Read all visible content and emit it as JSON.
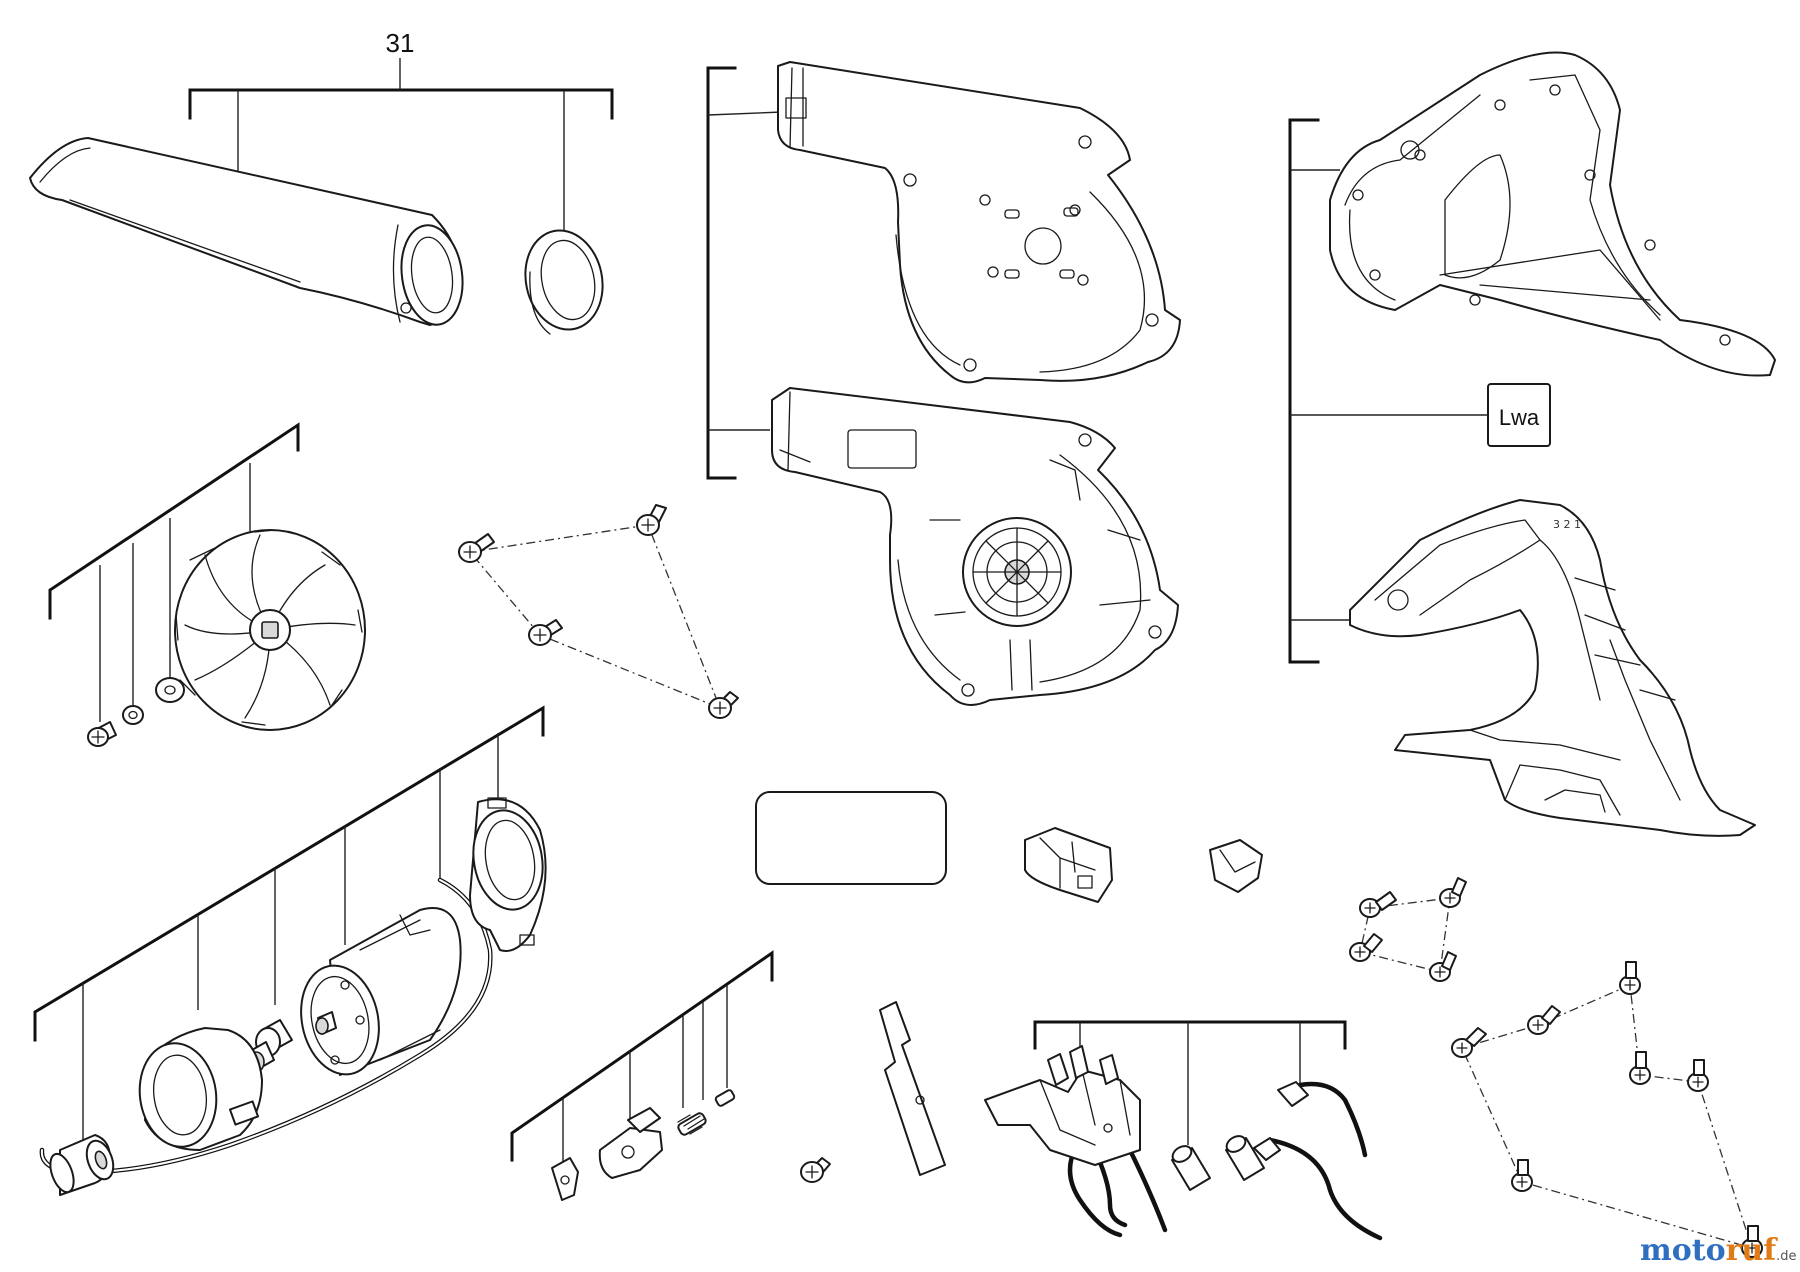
{
  "callout_31": "31",
  "lwa_label": "Lwa",
  "watermark": {
    "part1": "moto",
    "part2": "ruf",
    "suffix": ".de"
  }
}
